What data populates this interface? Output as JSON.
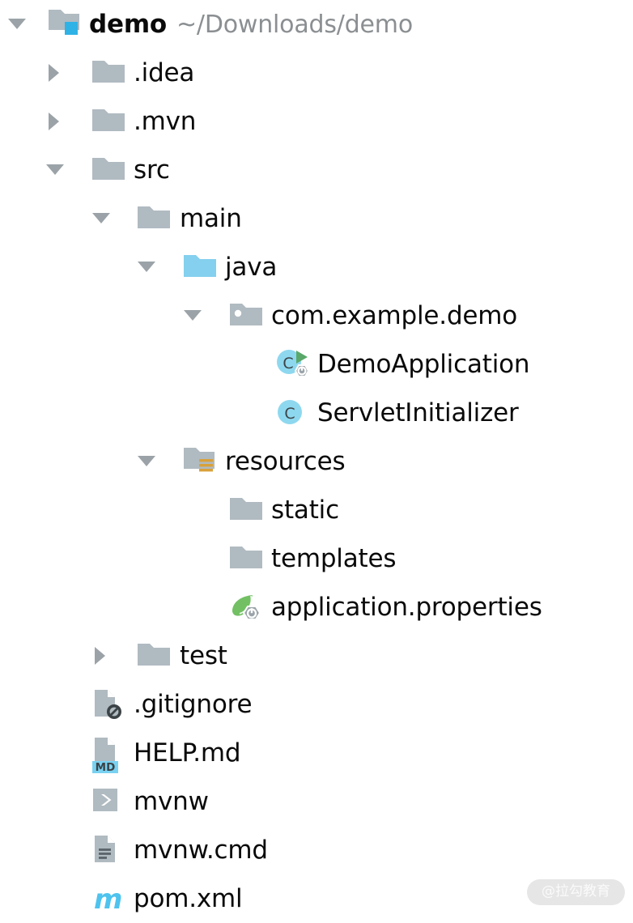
{
  "project": {
    "name": "demo",
    "path": "~/Downloads/demo",
    "watermark": "@拉勾教育"
  },
  "colors": {
    "folder_gray": "#b0bac1",
    "folder_source_blue": "#84d0ee",
    "class_blue": "#8ed8ef",
    "badge_blue": "#2fb2e5",
    "spring_green": "#72c063",
    "run_green": "#59a869",
    "resource_orange": "#d9a13b",
    "maven_cyan": "#4ec3ee",
    "md_cyan": "#79d2f2",
    "text_black": "#0a0a0a",
    "text_gray": "#8b8f92",
    "twisty_gray": "#9ba3a8"
  },
  "tree": {
    "rows": [
      {
        "label": "demo",
        "path_suffix": "~/Downloads/demo",
        "icon": "module-folder-icon",
        "twisty": "open",
        "depth": 0,
        "bold": true
      },
      {
        "label": ".idea",
        "icon": "folder-icon",
        "twisty": "closed",
        "depth": 1,
        "bold": false
      },
      {
        "label": ".mvn",
        "icon": "folder-icon",
        "twisty": "closed",
        "depth": 1,
        "bold": false
      },
      {
        "label": "src",
        "icon": "folder-icon",
        "twisty": "open",
        "depth": 1,
        "bold": false
      },
      {
        "label": "main",
        "icon": "folder-icon",
        "twisty": "open",
        "depth": 2,
        "bold": false
      },
      {
        "label": "java",
        "icon": "sources-root-folder-icon",
        "twisty": "open",
        "depth": 3,
        "bold": false
      },
      {
        "label": "com.example.demo",
        "icon": "package-icon",
        "twisty": "open",
        "depth": 4,
        "bold": false
      },
      {
        "label": "DemoApplication",
        "icon": "spring-boot-class-icon",
        "twisty": "none",
        "depth": 5,
        "bold": false
      },
      {
        "label": "ServletInitializer",
        "icon": "java-class-icon",
        "twisty": "none",
        "depth": 5,
        "bold": false
      },
      {
        "label": "resources",
        "icon": "resources-root-folder-icon",
        "twisty": "open",
        "depth": 3,
        "bold": false
      },
      {
        "label": "static",
        "icon": "folder-icon",
        "twisty": "none",
        "depth": 4,
        "bold": false
      },
      {
        "label": "templates",
        "icon": "folder-icon",
        "twisty": "none",
        "depth": 4,
        "bold": false
      },
      {
        "label": "application.properties",
        "icon": "spring-properties-icon",
        "twisty": "none",
        "depth": 4,
        "bold": false
      },
      {
        "label": "test",
        "icon": "folder-icon",
        "twisty": "closed",
        "depth": 2,
        "bold": false
      },
      {
        "label": ".gitignore",
        "icon": "ignored-file-icon",
        "twisty": "none",
        "depth": 1,
        "bold": false
      },
      {
        "label": "HELP.md",
        "icon": "markdown-file-icon",
        "twisty": "none",
        "depth": 1,
        "bold": false
      },
      {
        "label": "mvnw",
        "icon": "shell-script-icon",
        "twisty": "none",
        "depth": 1,
        "bold": false
      },
      {
        "label": "mvnw.cmd",
        "icon": "text-file-icon",
        "twisty": "none",
        "depth": 1,
        "bold": false
      },
      {
        "label": "pom.xml",
        "icon": "maven-pom-icon",
        "twisty": "none",
        "depth": 1,
        "bold": false
      }
    ]
  }
}
